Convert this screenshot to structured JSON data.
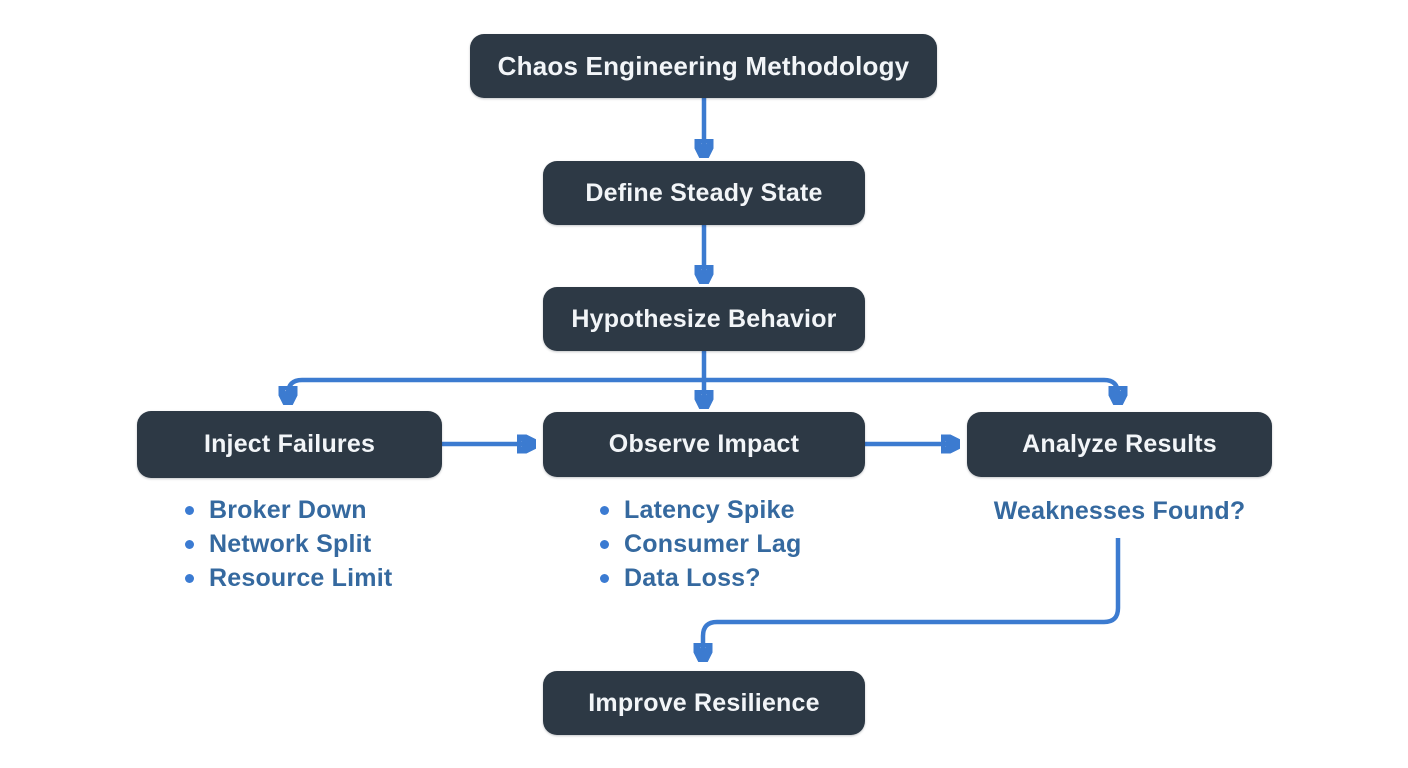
{
  "colors": {
    "canvas_bg": "#ffffff",
    "node_fill": "#2d3945",
    "node_text": "#f2f5f8",
    "connector": "#3c7bd0",
    "arrowhead": "#3f82e2",
    "bullet_text": "#35699f",
    "bullet_dot": "#3b7bd2"
  },
  "flowchart": {
    "title_node": {
      "label": "Chaos Engineering Methodology"
    },
    "step_nodes": [
      {
        "label": "Define Steady State"
      },
      {
        "label": "Hypothesize Behavior"
      }
    ],
    "branch_nodes": [
      {
        "label": "Inject Failures",
        "bullets": [
          "Broker Down",
          "Network Split",
          "Resource Limit"
        ]
      },
      {
        "label": "Observe Impact",
        "bullets": [
          "Latency Spike",
          "Consumer Lag",
          "Data Loss?"
        ]
      },
      {
        "label": "Analyze Results",
        "note": "Weaknesses Found?"
      }
    ],
    "final_node": {
      "label": "Improve Resilience"
    }
  }
}
